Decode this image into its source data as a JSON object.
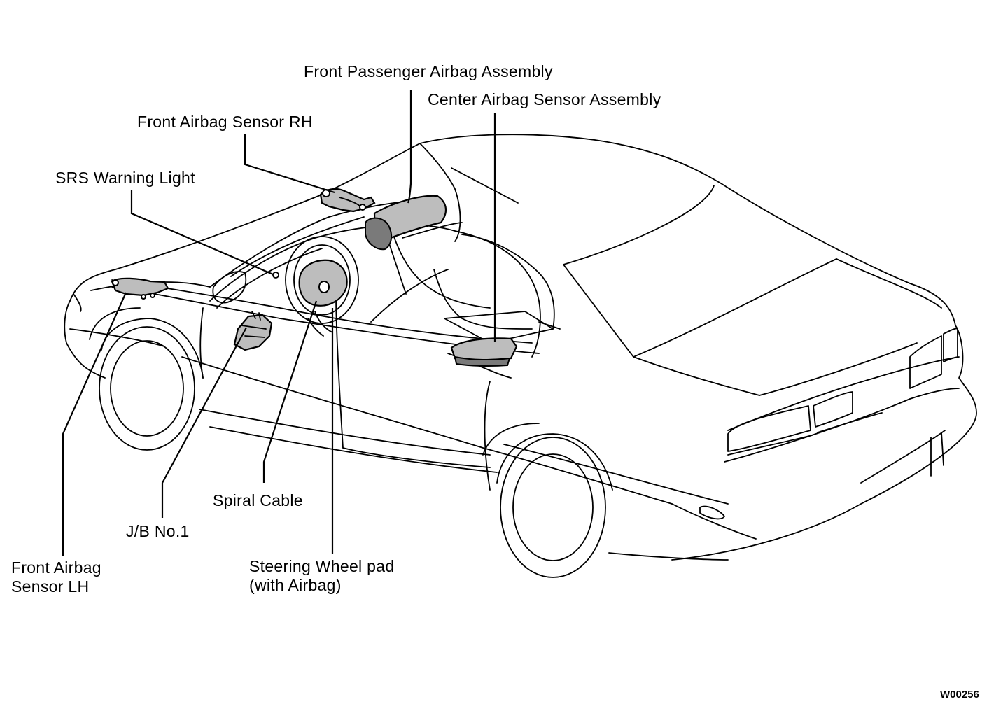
{
  "labels": {
    "front_passenger_airbag": "Front Passenger Airbag Assembly",
    "center_airbag_sensor": "Center Airbag Sensor Assembly",
    "front_airbag_sensor_rh": "Front Airbag Sensor RH",
    "srs_warning_light": "SRS Warning Light",
    "spiral_cable": "Spiral Cable",
    "jb_no1": "J/B No.1",
    "front_airbag_sensor_lh_line1": "Front Airbag",
    "front_airbag_sensor_lh_line2": "Sensor LH",
    "steering_wheel_pad_line1": "Steering Wheel pad",
    "steering_wheel_pad_line2": "(with Airbag)"
  },
  "figure_code": "W00256"
}
